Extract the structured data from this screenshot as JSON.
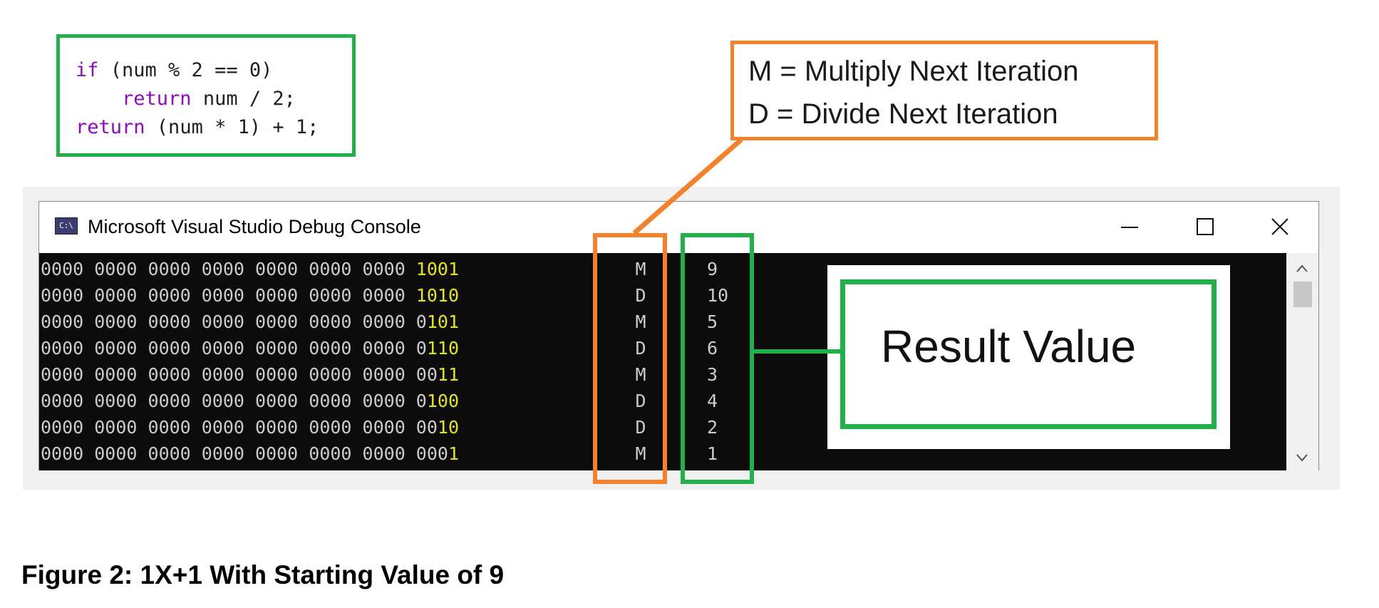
{
  "code": {
    "lines": [
      {
        "keyword": "if",
        "rest": " (num % 2 == 0)"
      },
      {
        "indent": "    ",
        "keyword": "return",
        "rest": " num / 2;"
      },
      {
        "keyword": "return",
        "rest": " (num * 1) + 1;"
      }
    ]
  },
  "legend": {
    "line1": "M = Multiply Next Iteration",
    "line2": "D = Divide Next Iteration"
  },
  "window": {
    "icon_text": "C:\\",
    "title": "Microsoft Visual Studio Debug Console",
    "minimize": "—",
    "maximize": "☐",
    "close": "✕"
  },
  "console_rows": [
    {
      "prefix": "0000 0000 0000 0000 0000 0000 0000 ",
      "grey": "",
      "yellow": "1001",
      "op": "M",
      "value": "9"
    },
    {
      "prefix": "0000 0000 0000 0000 0000 0000 0000 ",
      "grey": "",
      "yellow": "1010",
      "op": "D",
      "value": "10"
    },
    {
      "prefix": "0000 0000 0000 0000 0000 0000 0000 ",
      "grey": "0",
      "yellow": "101",
      "op": "M",
      "value": "5"
    },
    {
      "prefix": "0000 0000 0000 0000 0000 0000 0000 ",
      "grey": "0",
      "yellow": "110",
      "op": "D",
      "value": "6"
    },
    {
      "prefix": "0000 0000 0000 0000 0000 0000 0000 ",
      "grey": "00",
      "yellow": "11",
      "op": "M",
      "value": "3"
    },
    {
      "prefix": "0000 0000 0000 0000 0000 0000 0000 ",
      "grey": "0",
      "yellow": "100",
      "op": "D",
      "value": "4"
    },
    {
      "prefix": "0000 0000 0000 0000 0000 0000 0000 ",
      "grey": "00",
      "yellow": "10",
      "op": "D",
      "value": "2"
    },
    {
      "prefix": "0000 0000 0000 0000 0000 0000 0000 ",
      "grey": "000",
      "yellow": "1",
      "op": "M",
      "value": "1"
    }
  ],
  "scrollbar": {
    "up_icon": "chevron-up-icon",
    "down_icon": "chevron-down-icon",
    "up": "^",
    "down": "v"
  },
  "callout": {
    "result_label": "Result Value"
  },
  "colors": {
    "orange": "#f5822b",
    "green": "#22b04b",
    "yellow_bits": "#e5e510",
    "console_bg": "#0c0c0c"
  },
  "caption": "Figure 2: 1X+1 With Starting Value of 9"
}
